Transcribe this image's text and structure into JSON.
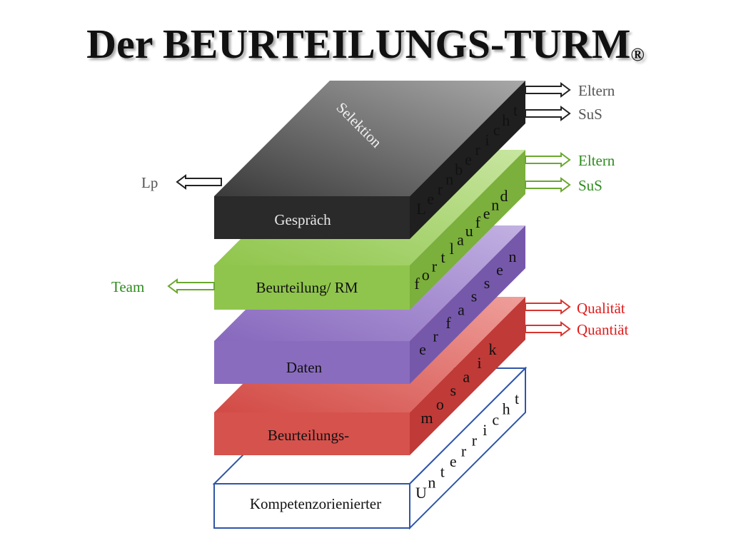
{
  "title": {
    "text": "Der BEURTEILUNGS-TURM",
    "mark": "®"
  },
  "colors": {
    "black": "#2b2b2b",
    "green": "#8cc34a",
    "purple": "#8a6dbf",
    "red": "#d44a46",
    "white": "#ffffff",
    "green_text": "#2e8b1e",
    "red_text": "#e01b1b"
  },
  "layers": [
    {
      "front_label": "Gesprä&shy;ch",
      "side_word": "Lernbericht",
      "top_label": "Selektion"
    },
    {
      "front_label": "Beurteilung/ RM",
      "side_word": "fortlaufend"
    },
    {
      "front_label": "Daten",
      "side_word": "erfassen"
    },
    {
      "front_label": "Beurteilungs-",
      "side_word": "mosaik"
    },
    {
      "front_label": "Kompetenzorienierter",
      "side_word": "Unterricht"
    }
  ],
  "arrows": {
    "black_right": [
      "Eltern",
      "SuS"
    ],
    "black_left": "Lp",
    "green_right": [
      "Eltern",
      "SuS"
    ],
    "green_left": "Team",
    "red_right": [
      "Qualität",
      "Quantiät"
    ]
  }
}
